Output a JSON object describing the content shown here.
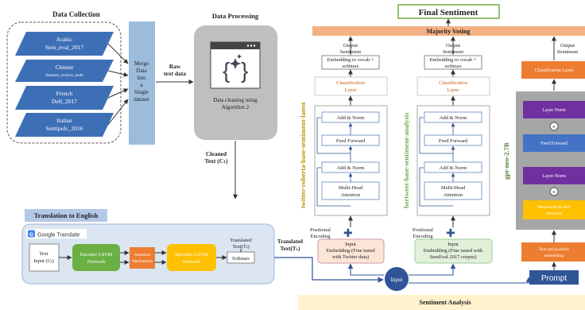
{
  "data_collection": {
    "title": "Data Collection",
    "datasets": [
      {
        "lang": "Arabic",
        "name": "Sem_eval_2017"
      },
      {
        "lang": "Chinese",
        "name": "Amazon_reviews_multi"
      },
      {
        "lang": "French",
        "name": "Deft_2017"
      },
      {
        "lang": "Italian",
        "name": "Sentipolc_2016"
      }
    ],
    "merge_lines": [
      "Merge",
      "Data",
      "Into",
      "a",
      "Single",
      "dataset"
    ]
  },
  "data_processing": {
    "title": "Data Processing",
    "raw_label_lines": [
      "Raw",
      "text data"
    ],
    "cleaning_lines": [
      "Data cleaning using",
      "Algorithm 2"
    ],
    "cleaned_label_lines": [
      "Cleaned",
      "Text (Cₜ)"
    ]
  },
  "translation": {
    "title": "Translation to English",
    "google_label": "Google Translate",
    "text_input_lines": [
      "Text",
      "Input (Cₜ)"
    ],
    "encoder_lines": [
      "Encoder LSTM",
      "Network"
    ],
    "attention_lines": [
      "Attention",
      "Mechanism"
    ],
    "decoder_lines": [
      "Decoder LSTM",
      "Network"
    ],
    "translated_inner_lines": [
      "Translated",
      "Text(Tₜ)"
    ],
    "softmax": "Softmax",
    "translated_out_lines": [
      "Translated",
      "Text(Tₜ)"
    ]
  },
  "final_sentiment": {
    "title": "Final Sentiment",
    "majority_voting": "Majority Voting",
    "sentiment_analysis": "Sentiment Analysis",
    "output_sentiment_lines": [
      "Output",
      "Sentiment"
    ],
    "embedding_softmax_lines": [
      "Embedding to vocab +",
      "softmax"
    ],
    "classification_lines": [
      "Classification",
      "Layer"
    ],
    "add_norm": "Add & Norm",
    "feed_forward": "Feed Forward",
    "multi_head_lines": [
      "Multi-Head",
      "Attention"
    ],
    "positional_lines": [
      "Positional",
      "Encoding"
    ],
    "input_label": "Input",
    "input_center": "Input"
  },
  "models": {
    "roberta": {
      "vertical_label": "twitter-roberta-base-sentiment-latest",
      "embedding_lines": [
        "Embedding (Fine tuned",
        "with Twitter data)"
      ]
    },
    "bertweet": {
      "vertical_label": "bertweet-base-sentiment-analysis",
      "embedding_lines": [
        "Embedding (Fine tuned with",
        "SemEval 2017 corpus)"
      ]
    },
    "gpt": {
      "vertical_label": "gpt-neo-2.7B",
      "classification": "Classification Layer",
      "layer_norm": "Layer Norm",
      "feed_forward": "Feed Forward",
      "masked_attention_lines": [
        "Masked Multi Self",
        "Attention"
      ],
      "text_position_lines": [
        "Text and position",
        "embedding"
      ],
      "prompt": "Prompt"
    }
  },
  "colors": {
    "dataset_fill": "#3d6fb6",
    "merge_fill": "#9cbcdc",
    "processing_fill": "#bfbfbf",
    "translation_bg": "#dbe6f2",
    "encoder": "#6bb042",
    "attention": "#ed7d31",
    "decoder": "#ffc000",
    "majority": "#f4b183",
    "sentiment_bg": "#fff2cc",
    "final_border": "#70ad47",
    "roberta_label": "#bf9000",
    "bertweet_label": "#70ad47",
    "gpt_label": "#538135",
    "gpt_panel": "#a6a6a6",
    "layer_norm": "#7030a0",
    "feed_forward_gpt": "#4472c4",
    "prompt": "#2f5597",
    "text_embed": "#ed7d31"
  }
}
